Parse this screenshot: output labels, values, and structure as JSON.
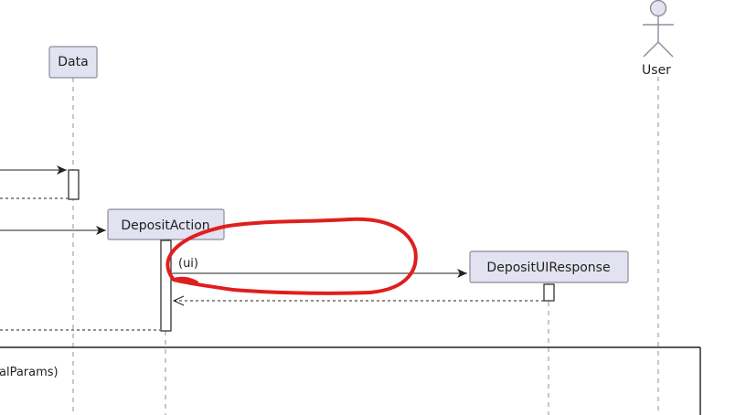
{
  "participants": {
    "data": {
      "label": "Data"
    },
    "deposit_action": {
      "label": "DepositAction"
    },
    "deposit_ui_response": {
      "label": "DepositUIResponse"
    },
    "user": {
      "label": "User"
    }
  },
  "messages": {
    "ui": {
      "label": "(ui)"
    }
  },
  "fragment": {
    "label_fragment": "alParams)"
  },
  "colors": {
    "participant_fill": "#e2e2f0",
    "participant_border": "#8d8d9c",
    "line": "#222222",
    "annotation": "#e01e1e"
  }
}
